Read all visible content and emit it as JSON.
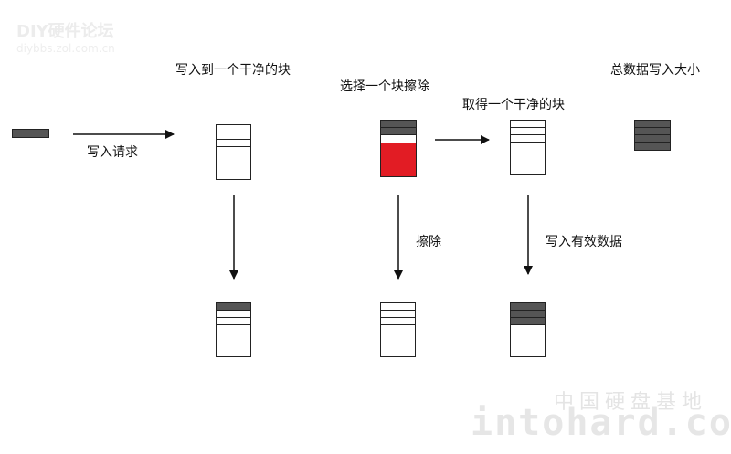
{
  "watermarks": {
    "top_logo": "DIY硬件论坛",
    "top_url": "diybbs.zol.com.cn",
    "bottom_url": "intohard.com",
    "bottom_site": "中国硬盘基地"
  },
  "labels": {
    "write_request": "写入请求",
    "write_clean_block": "写入到一个干净的块",
    "select_erase": "选择一个块擦除",
    "get_clean_block": "取得一个干净的块",
    "total_data_written": "总数据写入大小",
    "erase": "擦除",
    "write_valid_data": "写入有效数据"
  },
  "colors": {
    "dark_page": "#555555",
    "erased_red": "#e21c24",
    "outline": "#222222"
  }
}
